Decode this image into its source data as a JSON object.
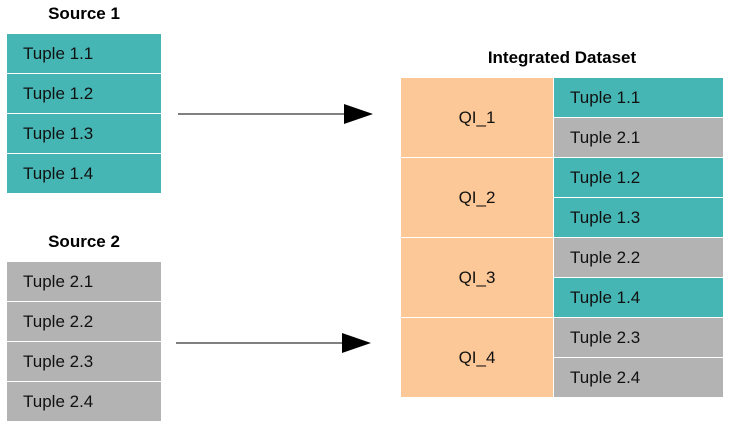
{
  "source1": {
    "title": "Source 1",
    "tuples": [
      "Tuple 1.1",
      "Tuple 1.2",
      "Tuple 1.3",
      "Tuple 1.4"
    ]
  },
  "source2": {
    "title": "Source 2",
    "tuples": [
      "Tuple 2.1",
      "Tuple 2.2",
      "Tuple 2.3",
      "Tuple 2.4"
    ]
  },
  "integrated": {
    "title": "Integrated Dataset",
    "groups": [
      {
        "label": "QI_1",
        "tuples": [
          {
            "text": "Tuple 1.1",
            "source": 1
          },
          {
            "text": "Tuple 2.1",
            "source": 2
          }
        ]
      },
      {
        "label": "QI_2",
        "tuples": [
          {
            "text": "Tuple 1.2",
            "source": 1
          },
          {
            "text": "Tuple 1.3",
            "source": 1
          }
        ]
      },
      {
        "label": "QI_3",
        "tuples": [
          {
            "text": "Tuple 2.2",
            "source": 2
          },
          {
            "text": "Tuple 1.4",
            "source": 1
          }
        ]
      },
      {
        "label": "QI_4",
        "tuples": [
          {
            "text": "Tuple 2.3",
            "source": 2
          },
          {
            "text": "Tuple 2.4",
            "source": 2
          }
        ]
      }
    ]
  },
  "colors": {
    "source1": "#45b6b4",
    "source2": "#b3b3b3",
    "qi": "#fdc898"
  }
}
